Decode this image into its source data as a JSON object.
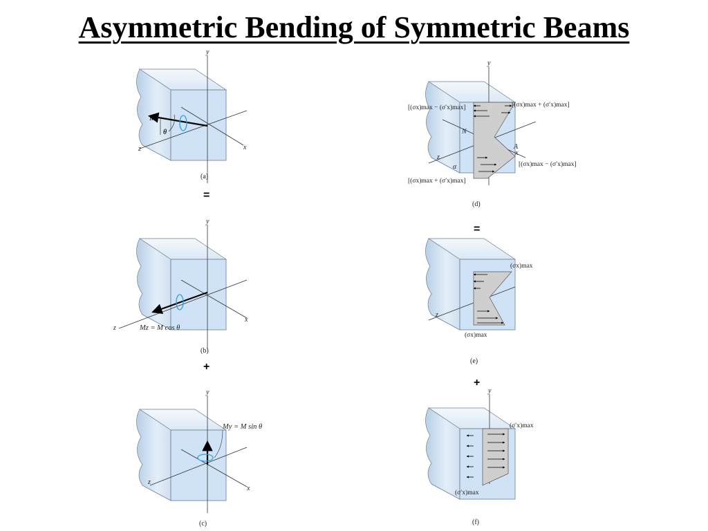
{
  "title": "Asymmetric Bending of Symmetric Beams",
  "panels": {
    "a": {
      "caption": "(a)",
      "moment_label": "M",
      "angle_label": "θ"
    },
    "b": {
      "caption": "(b)",
      "equation": "Mz = M cos θ"
    },
    "c": {
      "caption": "(c)",
      "equation": "My = M sin θ"
    },
    "d": {
      "caption": "(d)",
      "top_left": "[(σx)max − (σ′x)max]",
      "top_right": "[(σx)max + (σ′x)max]",
      "bottom_right": "[(σx)max − (σ′x)max]",
      "bottom_left": "[(σx)max + (σ′x)max]",
      "neutral_label": "N",
      "point_label": "A",
      "alpha_label": "α"
    },
    "e": {
      "caption": "(e)",
      "top_stress": "(σx)max",
      "bottom_stress": "(σx)max"
    },
    "f": {
      "caption": "(f)",
      "top_stress": "(σ′x)max",
      "bottom_stress": "(σ′x)max"
    }
  },
  "axes": {
    "x": "x",
    "y": "y",
    "z": "z"
  },
  "operators": {
    "equals": "=",
    "plus": "+"
  },
  "colors": {
    "beam_light": "#e6f0fa",
    "beam_mid": "#c7dcf0",
    "face": "#cfe2f6",
    "stress": "#cfcfcf",
    "moment_arrow": "#29a3d9"
  }
}
